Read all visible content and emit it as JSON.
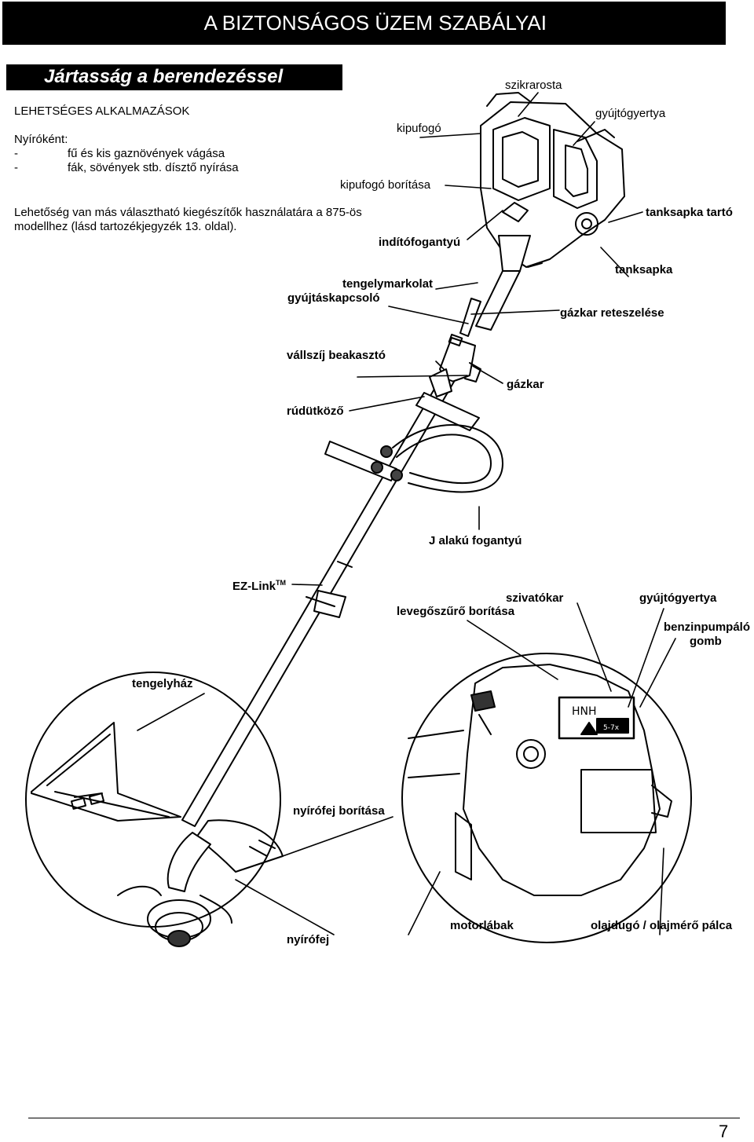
{
  "header": {
    "title": "A BIZTONSÁGOS ÜZEM SZABÁLYAI"
  },
  "section": {
    "title": "Jártasság a berendezéssel"
  },
  "applications": {
    "heading": "LEHETSÉGES ALKALMAZÁSOK",
    "intro": "Nyíróként:",
    "items": [
      {
        "bullet": "-",
        "text": "fű és kis gaznövények vágása"
      },
      {
        "bullet": "-",
        "text": "fák, sövények stb. dísztő nyírása"
      }
    ],
    "note_line1": "Lehetőség van más választható kiegészítők használatára a 875-ös",
    "note_line2": "modellhez  (lásd tartozékjegyzék 13. oldal)."
  },
  "labels": {
    "szikrarosta": "szikrarosta",
    "kipufogo": "kipufogó",
    "gyujtogyertya_top": "gyújtógyertya",
    "kipufogo_boritasa": "kipufogó borítása",
    "tanksapka_tarto": "tanksapka tartó",
    "inditofogantyu": "indítófogantyú",
    "tanksapka": "tanksapka",
    "tengelymarkolat": "tengelymarkolat",
    "gyujtaskapcsolo": "gyújtáskapcsoló",
    "gazkar_reteszelese": "gázkar reteszelése",
    "vallszij_beakaszto": "vállszíj beakasztó",
    "gazkar": "gázkar",
    "rudutkozo": "rúdütköző",
    "j_alaku_fogantyu": "J alakú fogantyú",
    "ez_link": "EZ-Link",
    "ez_link_sup": "TM",
    "szivatokar": "szivatókar",
    "gyujtogyertya_bottom": "gyújtógyertya",
    "levegoszuro_boritasa": "levegőszűrő borítása",
    "benzinpumpalo_line1": "benzinpumpáló",
    "benzinpumpalo_line2": "gomb",
    "tengelyhaz": "tengelyház",
    "nyirofej_boritasa": "nyírófej borítása",
    "motorlabak": "motorlábak",
    "olajdugo": "olajdugó / olajmérő pálca",
    "nyirofej": "nyírófej"
  },
  "footer": {
    "page_number": "7"
  }
}
